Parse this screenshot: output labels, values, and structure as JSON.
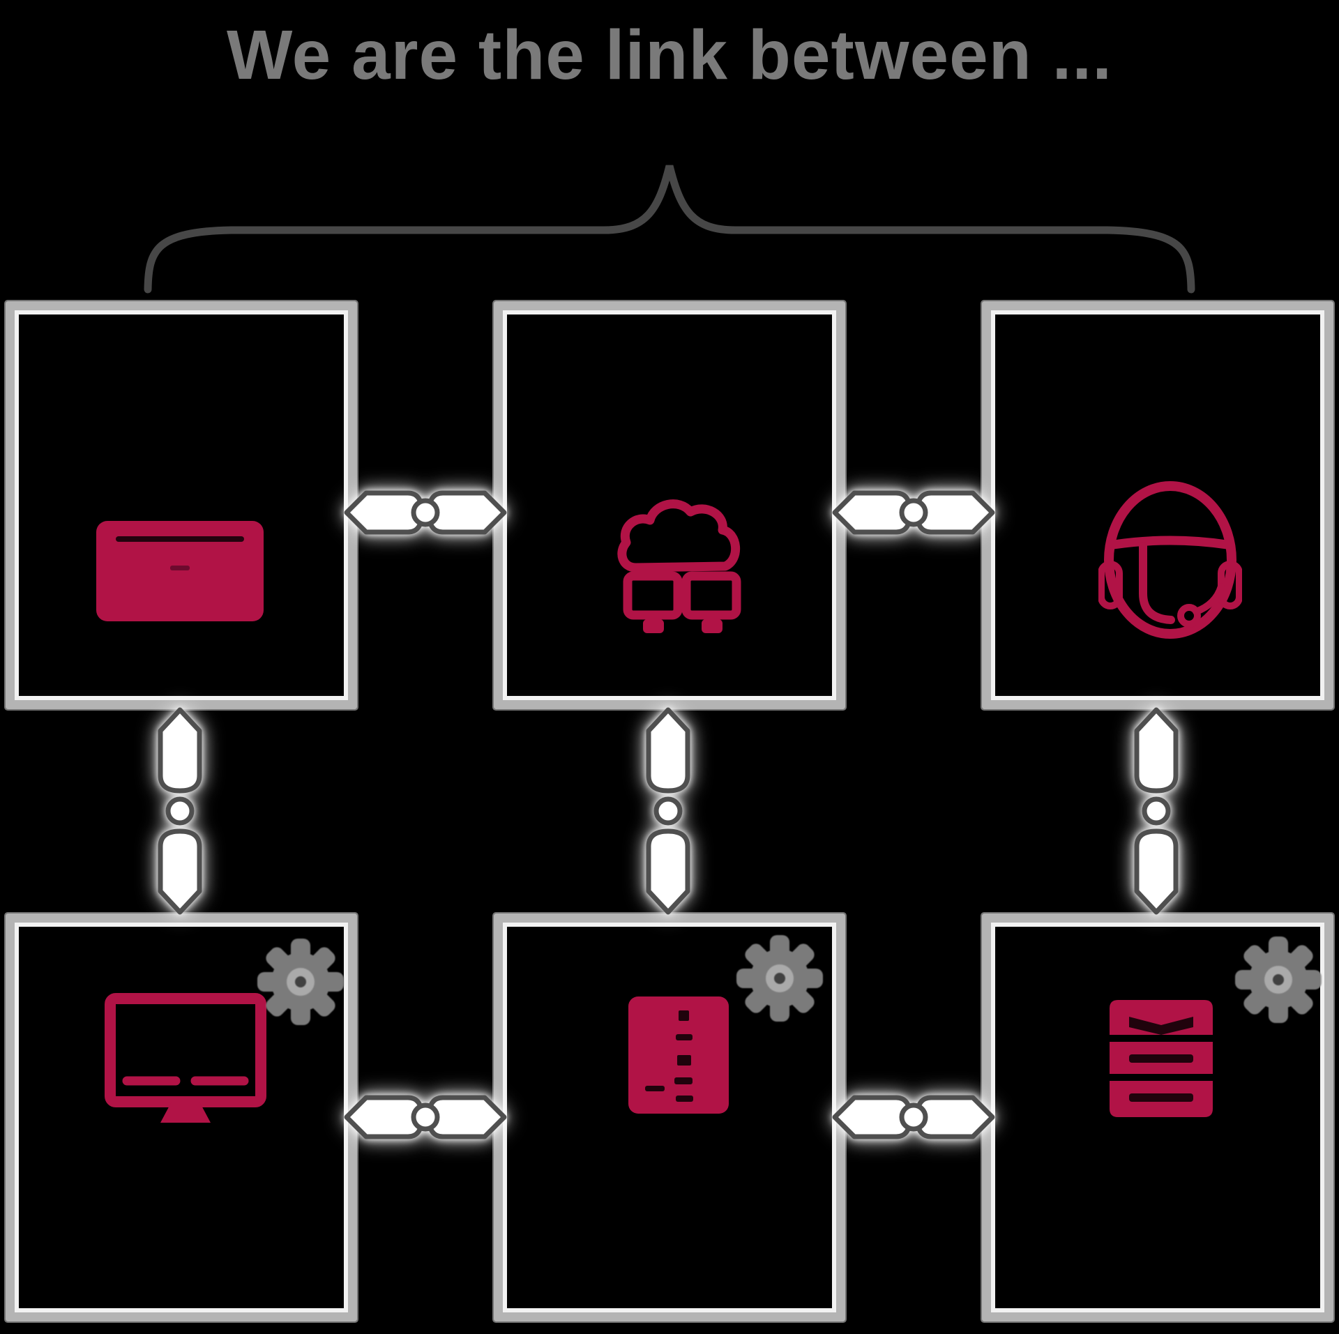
{
  "title": "We are the link between ...",
  "colors": {
    "background": "#000000",
    "accent": "#b11346",
    "accent_dark": "#6d0a2e",
    "box_border": "#b4b4b4",
    "title_text": "#7a7a7a",
    "brace": "#474747",
    "gear": "#8d8d8d",
    "chain_fill": "#ffffff",
    "chain_outline": "#4f4f4f"
  },
  "boxes": [
    {
      "position": "top-left",
      "icon": "laptop-icon"
    },
    {
      "position": "top-center",
      "icon": "cloud-network-icon"
    },
    {
      "position": "top-right",
      "icon": "support-headset-icon"
    },
    {
      "position": "bottom-left",
      "icon": "monitor-icon",
      "badge": "gear-icon"
    },
    {
      "position": "bottom-center",
      "icon": "document-icon",
      "badge": "gear-icon"
    },
    {
      "position": "bottom-right",
      "icon": "database-icon",
      "badge": "gear-icon"
    }
  ],
  "connectors": {
    "brace": "curly-brace",
    "horizontal_chain_count": 4,
    "vertical_chain_count": 3
  }
}
